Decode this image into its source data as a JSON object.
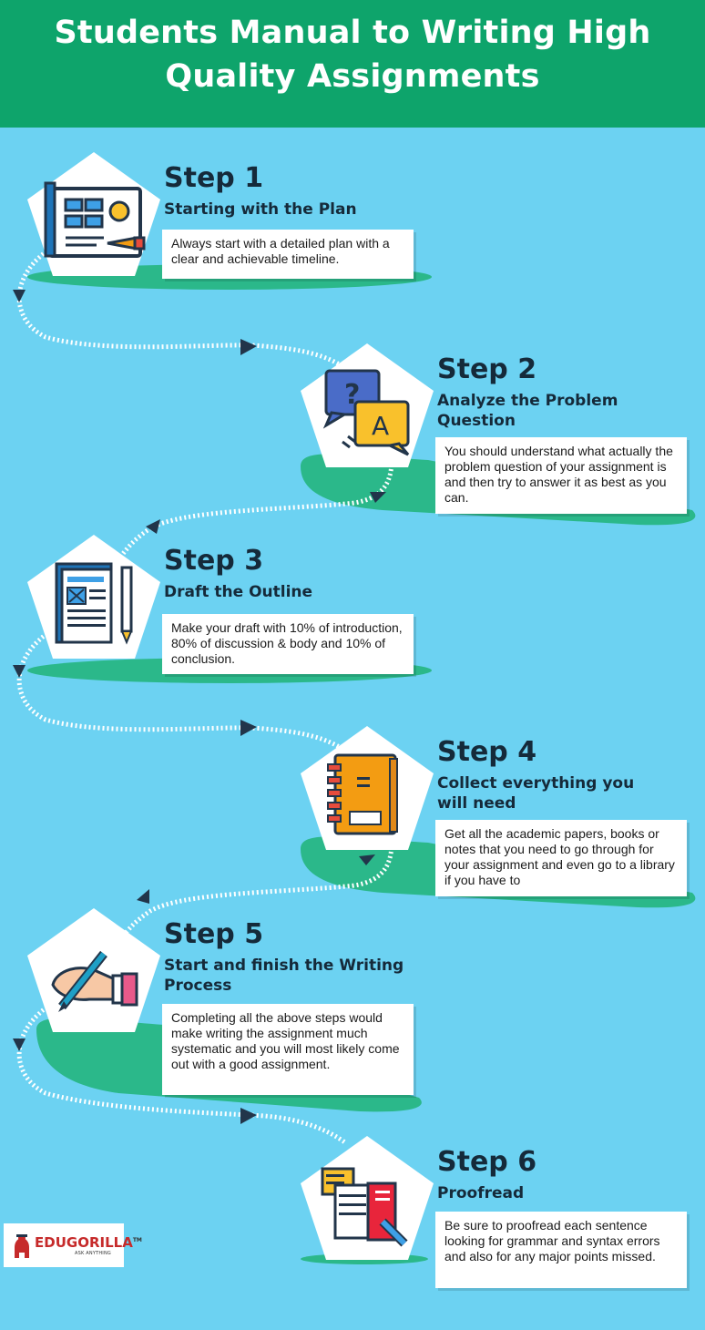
{
  "header": {
    "title_line1": "Students Manual to Writing High",
    "title_line2": "Quality Assignments"
  },
  "steps": [
    {
      "label": "Step 1",
      "title": "Starting with the Plan",
      "text": "Always start with a detailed plan with a clear and achievable timeline.",
      "icon": "blueprint-icon"
    },
    {
      "label": "Step 2",
      "title": "Analyze the Problem Question",
      "text": "You should understand what actually the problem question of your assignment is and then try to answer it as best as you can.",
      "icon": "question-answer-icon"
    },
    {
      "label": "Step 3",
      "title": "Draft the Outline",
      "text": "Make your draft with 10% of introduction, 80% of discussion & body and 10% of conclusion.",
      "icon": "draft-document-icon"
    },
    {
      "label": "Step 4",
      "title": "Collect everything you will need",
      "text": "Get all the academic papers, books or notes that you need to go through for your assignment and even go to a library if you have to",
      "icon": "notebook-icon"
    },
    {
      "label": "Step 5",
      "title": "Start and finish the Writing Process",
      "text": "Completing all the above steps would make writing the assignment much systematic and you will most likely come out with a good assignment.",
      "icon": "writing-hand-icon"
    },
    {
      "label": "Step 6",
      "title": "Proofread",
      "text": "Be sure to proofread each sentence looking for grammar and syntax errors and also for any major points missed.",
      "icon": "proofread-book-icon"
    }
  ],
  "logo": {
    "brand": "EDUGORILLA",
    "tm": "TM",
    "tagline": "ASK ANYTHING"
  },
  "colors": {
    "header": "#0ea46b",
    "background": "#6cd2f2",
    "shadow": "#2bb88a",
    "text": "#152a3a"
  }
}
